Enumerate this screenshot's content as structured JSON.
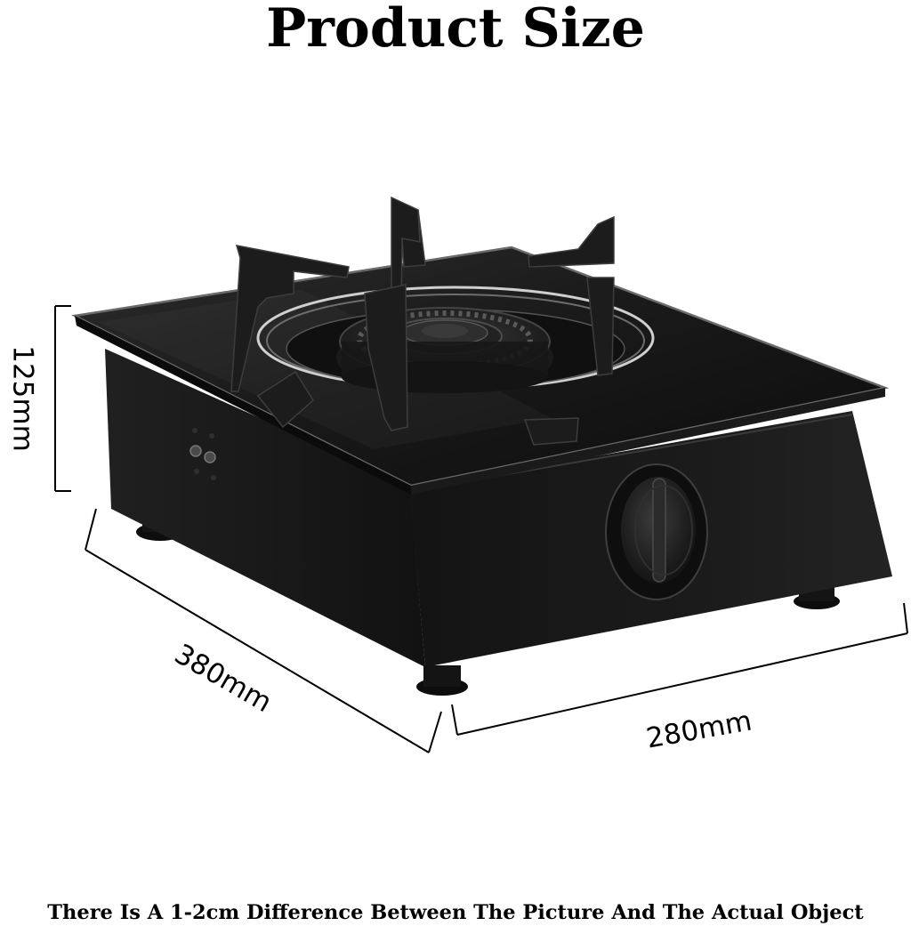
{
  "title": "Product Size",
  "dimensions": {
    "height": "125mm",
    "depth": "380mm",
    "width": "280mm"
  },
  "footer": "There Is A 1-2cm Difference Between The Picture And The Actual Object",
  "colors": {
    "background": "#ffffff",
    "text": "#000000",
    "stove_body": "#161616",
    "glass_top": "#1f1f1f"
  },
  "icons": [
    "gas-stove-illustration",
    "control-knob-icon",
    "burner-icon"
  ]
}
